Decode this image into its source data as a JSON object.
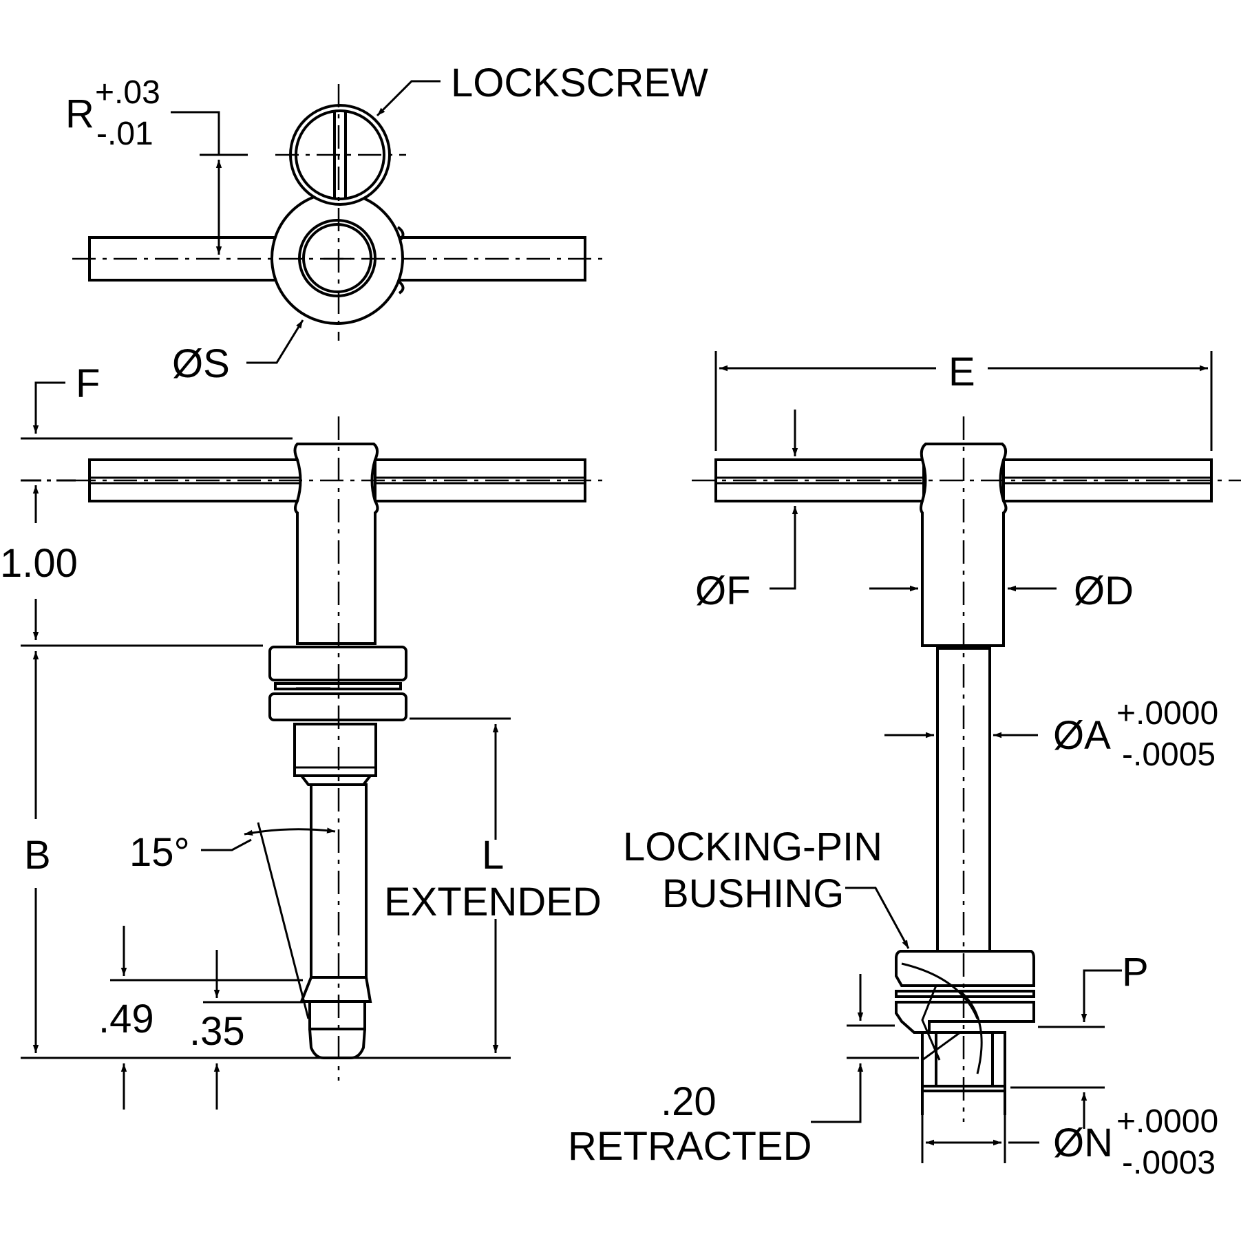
{
  "labels": {
    "r_letter": "R",
    "r_tol_plus": "+.03",
    "r_tol_minus": "-.01",
    "lockscrew": "LOCKSCREW",
    "dia_s": "ØS",
    "f_top": "F",
    "one_inch": "1.00",
    "b_dim": "B",
    "angle": "15°",
    "l_letter": "L",
    "extended": "EXTENDED",
    "dim_049": ".49",
    "dim_035": ".35",
    "e_dim": "E",
    "dia_f": "ØF",
    "dia_d": "ØD",
    "dia_a": "ØA",
    "a_tol_plus": "+.0000",
    "a_tol_minus": "-.0005",
    "locking_pin_line1": "LOCKING-PIN",
    "locking_pin_line2": "BUSHING",
    "p_dim": "P",
    "dim_020": ".20",
    "retracted": "RETRACTED",
    "dia_n": "ØN",
    "n_tol_plus": "+.0000",
    "n_tol_minus": "-.0003"
  }
}
